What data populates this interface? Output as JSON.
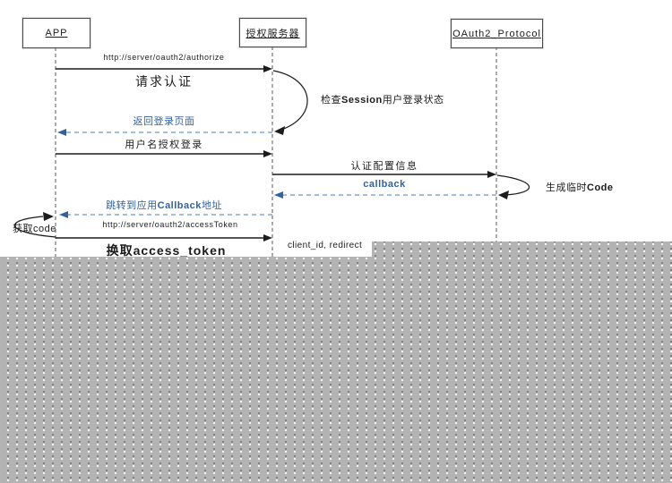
{
  "diagram": {
    "participants": [
      {
        "label": "APP"
      },
      {
        "label": "授权服务器"
      },
      {
        "label": "OAuth2_Protocol"
      }
    ],
    "messages": {
      "authorize_url": "http://server/oauth2/authorize",
      "request_auth": "请求认证",
      "check_session_pre": "检查",
      "check_session_bold": "Session",
      "check_session_post": "用户登录状态",
      "return_login_page": "返回登录页面",
      "username_login": "用户名授权登录",
      "auth_config": "认证配置信息",
      "callback": "callback",
      "gen_code_pre": "生成临时",
      "gen_code_bold": "Code",
      "redirect_pre": "跳转到应用",
      "redirect_bold": "Callback",
      "redirect_post": "地址",
      "get_code_pre": "获取",
      "get_code_bold": "code",
      "access_token_url": "http://server/oauth2/accessToken",
      "exchange_pre": "换取",
      "exchange_bold": "access_token",
      "client_params": "client_id, redirect"
    },
    "colors": {
      "blue_text": "#35629e",
      "blue_dash": "#6e93cd",
      "line": "#1c1c1c",
      "overlay_gray": "#b3b3b3"
    }
  }
}
